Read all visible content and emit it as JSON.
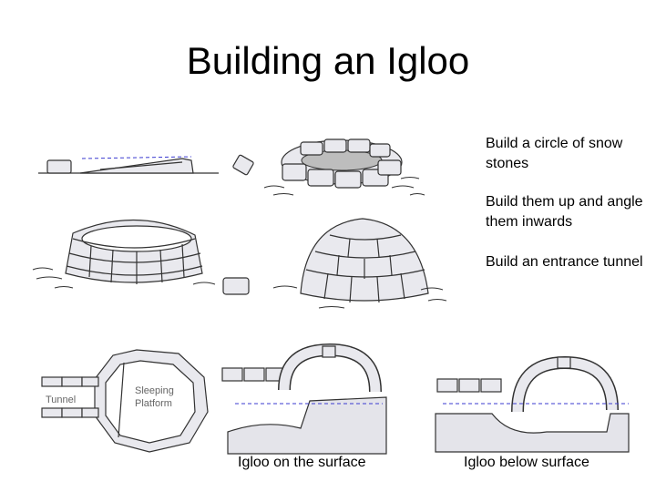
{
  "title": "Building an Igloo",
  "steps": [
    "Build a circle of snow stones",
    "Build them up and angle them inwards",
    "Build an entrance tunnel"
  ],
  "plan_labels": {
    "tunnel": "Tunnel",
    "platform_line1": "Sleeping",
    "platform_line2": "Platform"
  },
  "captions": {
    "surface": "Igloo on the surface",
    "below": "Igloo below surface"
  },
  "colors": {
    "water_line": "#3a3ad0",
    "block_fill": "#e9e9ee"
  }
}
